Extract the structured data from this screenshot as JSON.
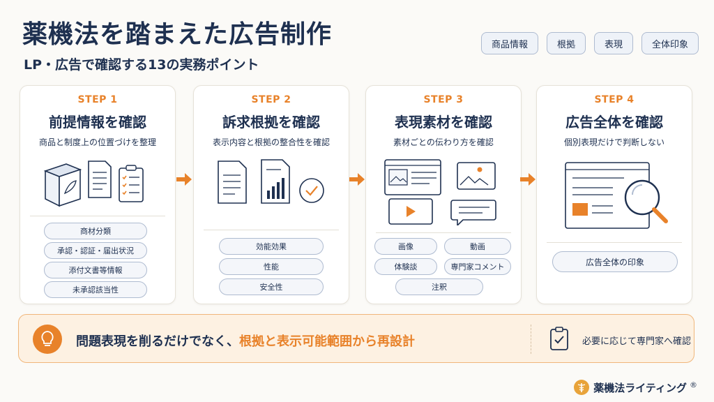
{
  "header": {
    "title": "薬機法を踏まえた広告制作",
    "subtitle": "LP・広告で確認する13の実務ポイント",
    "tags": [
      "商品情報",
      "根拠",
      "表現",
      "全体印象"
    ]
  },
  "steps": [
    {
      "label": "STEP 1",
      "title": "前提情報を確認",
      "desc": "商品と制度上の位置づけを整理",
      "items": [
        "商材分類",
        "承認・認証・届出状況",
        "添付文書等情報",
        "未承認該当性"
      ]
    },
    {
      "label": "STEP 2",
      "title": "訴求根拠を確認",
      "desc": "表示内容と根拠の整合性を確認",
      "items": [
        "効能効果",
        "性能",
        "安全性"
      ]
    },
    {
      "label": "STEP 3",
      "title": "表現素材を確認",
      "desc": "素材ごとの伝わり方を確認",
      "items": [
        "画像",
        "動画",
        "体験談",
        "専門家コメント",
        "注釈"
      ]
    },
    {
      "label": "STEP 4",
      "title": "広告全体を確認",
      "desc": "個別表現だけで判断しない",
      "items": [
        "広告全体の印象"
      ]
    }
  ],
  "bottom": {
    "text_main": "問題表現を削るだけでなく、",
    "text_highlight": "根拠と表示可能範囲から再設計",
    "note": "必要に応じて専門家へ確認"
  },
  "brand": {
    "name": "薬機法ライティング",
    "mark": "®"
  },
  "colors": {
    "accent": "#e8822a",
    "navy": "#1e3050",
    "pill_border": "#aebbd0"
  }
}
